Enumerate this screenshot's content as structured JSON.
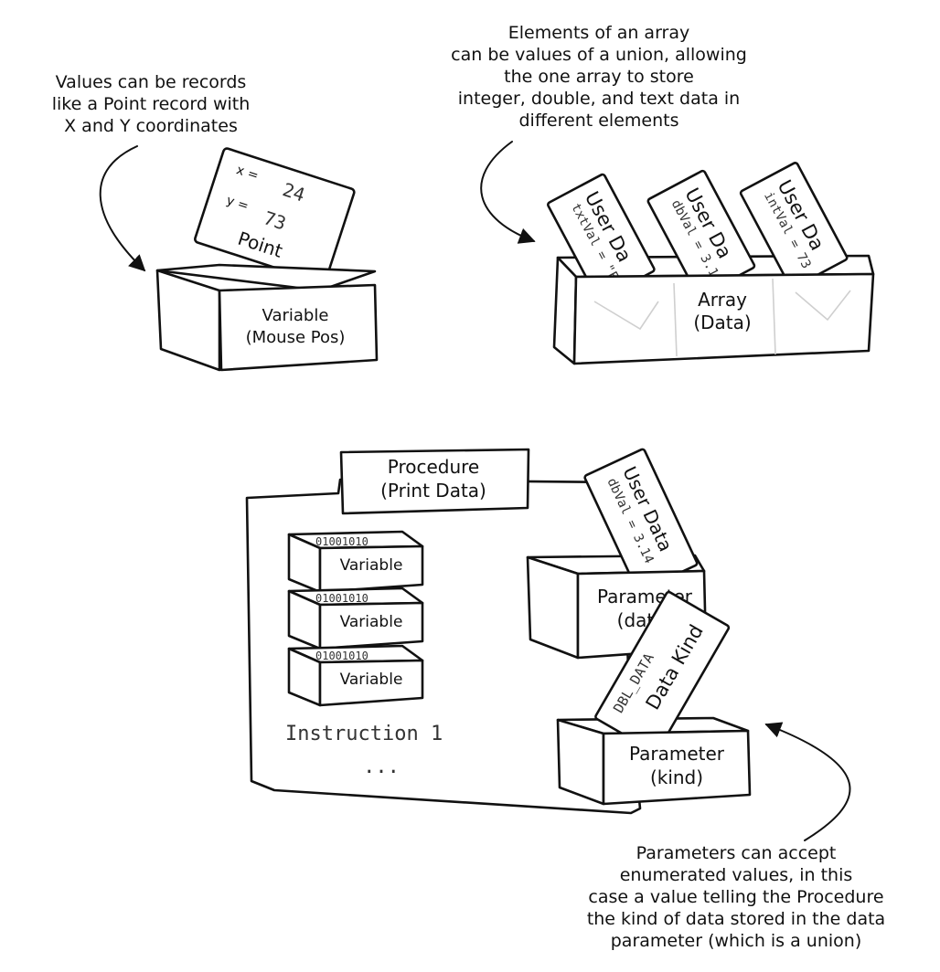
{
  "notes": {
    "record": [
      "Values can be records",
      "like a Point record with",
      "X and Y coordinates"
    ],
    "array": [
      "Elements of an array",
      "can be values of a union, allowing",
      "the one array to store",
      "integer, double, and text data in",
      "different elements"
    ],
    "enum": [
      "Parameters can accept",
      "enumerated values, in this",
      "case a value telling the Procedure",
      "the kind of data stored in the data",
      "parameter (which is a union)"
    ]
  },
  "point_card": {
    "x_label": "x =",
    "x_value": "24",
    "y_label": "y =",
    "y_value": "73",
    "title": "Point"
  },
  "mouse_var": {
    "line1": "Variable",
    "line2": "(Mouse Pos)"
  },
  "array_box": {
    "line1": "Array",
    "line2": "(Data)"
  },
  "array_cards": [
    {
      "value": "txtVal = \"Fre",
      "title": "User Da"
    },
    {
      "value": "dbVal = 3.1",
      "title": "User Da"
    },
    {
      "value": "intVal = 73",
      "title": "User Da"
    }
  ],
  "procedure": {
    "line1": "Procedure",
    "line2": "(Print Data)",
    "variables": [
      "Variable",
      "Variable",
      "Variable"
    ],
    "bits": "01001010",
    "instruction": "Instruction 1",
    "ellipsis": "..."
  },
  "param_data": {
    "line1": "Parameter",
    "line2": "(data)",
    "card_value": "dbVal = 3.14",
    "card_title": "User Data"
  },
  "param_kind": {
    "line1": "Parameter",
    "line2": "(kind)",
    "card_value": "DBL_DATA",
    "card_title": "Data Kind"
  }
}
